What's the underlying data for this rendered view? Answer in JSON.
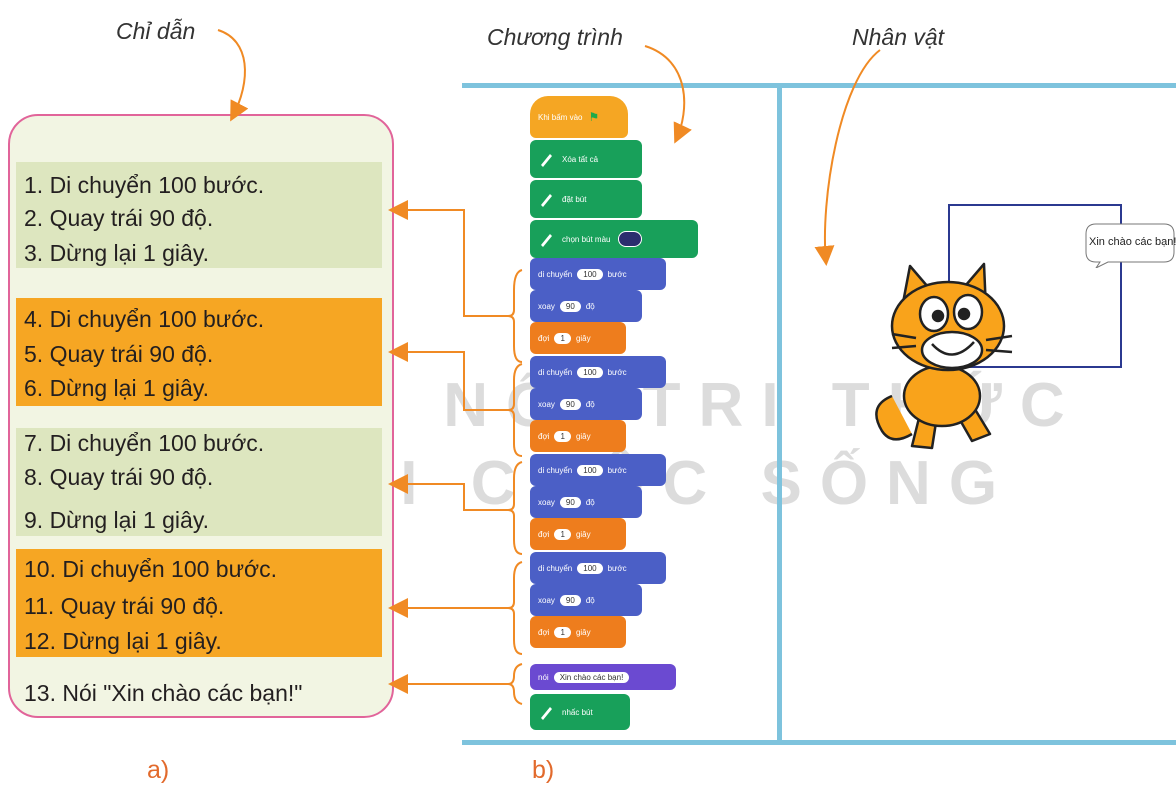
{
  "headings": {
    "instructions": "Chỉ dẫn",
    "program": "Chương trình",
    "sprite": "Nhân vật"
  },
  "instructions": [
    "1. Di chuyển 100 bước.",
    "2. Quay trái 90 độ.",
    "3. Dừng lại 1 giây.",
    "4. Di chuyển 100 bước.",
    "5. Quay trái 90 độ.",
    "6. Dừng lại 1 giây.",
    "7. Di chuyển 100 bước.",
    "8. Quay trái 90 độ.",
    "9. Dừng lại 1 giây.",
    "10. Di chuyển 100 bước.",
    "11. Quay trái 90 độ.",
    "12. Dừng lại 1 giây.",
    "13. Nói \"Xin chào các bạn!\""
  ],
  "blocks": {
    "when_flag": "Khi bấm vào",
    "erase_all": "Xóa tất cả",
    "pen_down": "đặt bút",
    "set_pen_color": "chọn bút màu",
    "move_prefix": "di chuyển",
    "move_value": "100",
    "move_suffix": "bước",
    "turn_prefix": "xoay",
    "turn_value": "90",
    "turn_suffix": "độ",
    "wait_prefix": "đợi",
    "wait_value": "1",
    "wait_suffix": "giây",
    "say_prefix": "nói",
    "say_value": "Xin chào các bạn!",
    "pen_up": "nhấc bút"
  },
  "speech_bubble": "Xin chào các bạn!",
  "watermark": {
    "line1": "KẾT NỐI TRI THỨC",
    "line2": "VỚI CUỘC SỐNG"
  },
  "captions": {
    "a": "a)",
    "b": "b)"
  },
  "colors": {
    "panel_border": "#e1649a",
    "highlight_green": "#dde6bf",
    "highlight_orange": "#f6a623",
    "arrow": "#f08a24",
    "stage": "#7ec3dd"
  }
}
